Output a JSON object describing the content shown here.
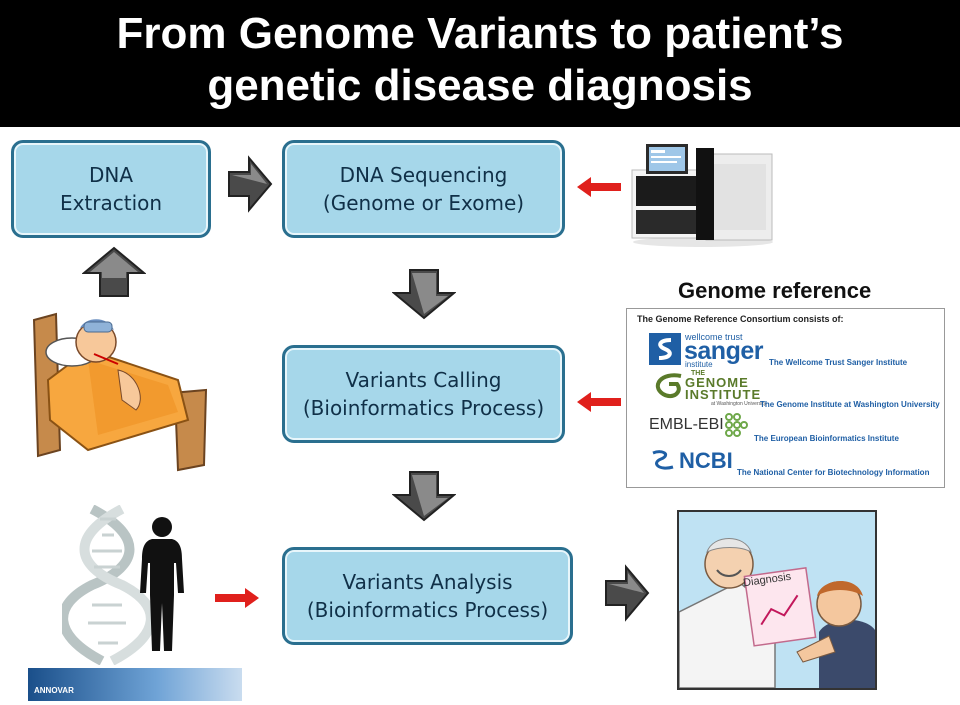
{
  "title": {
    "line1": "From Genome Variants to patient’s",
    "line2": "genetic disease diagnosis"
  },
  "steps": {
    "dna_extraction": {
      "line1": "DNA",
      "line2": "Extraction"
    },
    "dna_sequencing": {
      "line1": "DNA Sequencing",
      "line2": "(Genome or Exome)"
    },
    "variants_calling": {
      "line1": "Variants Calling",
      "line2": "(Bioinformatics Process)"
    },
    "variants_analysis": {
      "line1": "Variants Analysis",
      "line2": "(Bioinformatics Process)"
    }
  },
  "genome_reference": {
    "label": "Genome reference",
    "header": "The Genome Reference Consortium consists of:",
    "members": [
      {
        "logo": "wellcome trust",
        "logo_main": "sanger",
        "logo_sub": "institute",
        "name": "The Wellcome Trust Sanger Institute"
      },
      {
        "logo": "THE",
        "logo_main": "GENOME",
        "logo_sub": "INSTITUTE",
        "name": "The Genome Institute at Washington University",
        "note": "at Washington University"
      },
      {
        "logo_main": "EMBL-EBI",
        "name": "The European Bioinformatics Institute"
      },
      {
        "logo_main": "NCBI",
        "name": "The National Center for Biotechnology Information"
      }
    ]
  },
  "diagnosis_card": "Diagnosis",
  "annovar": "ANNOVAR",
  "colors": {
    "box_fill": "#a6d7ea",
    "box_border": "#2a6f8f",
    "gray_arrow": "#4a4a4a",
    "red_arrow": "#e0201c",
    "sanger_blue": "#1f5fa5",
    "genome_green": "#5a7a2a"
  },
  "icons": [
    "gray-arrow-right-icon",
    "gray-arrow-up-icon",
    "gray-arrow-down-icon",
    "red-arrow-left-icon",
    "red-arrow-right-icon"
  ]
}
